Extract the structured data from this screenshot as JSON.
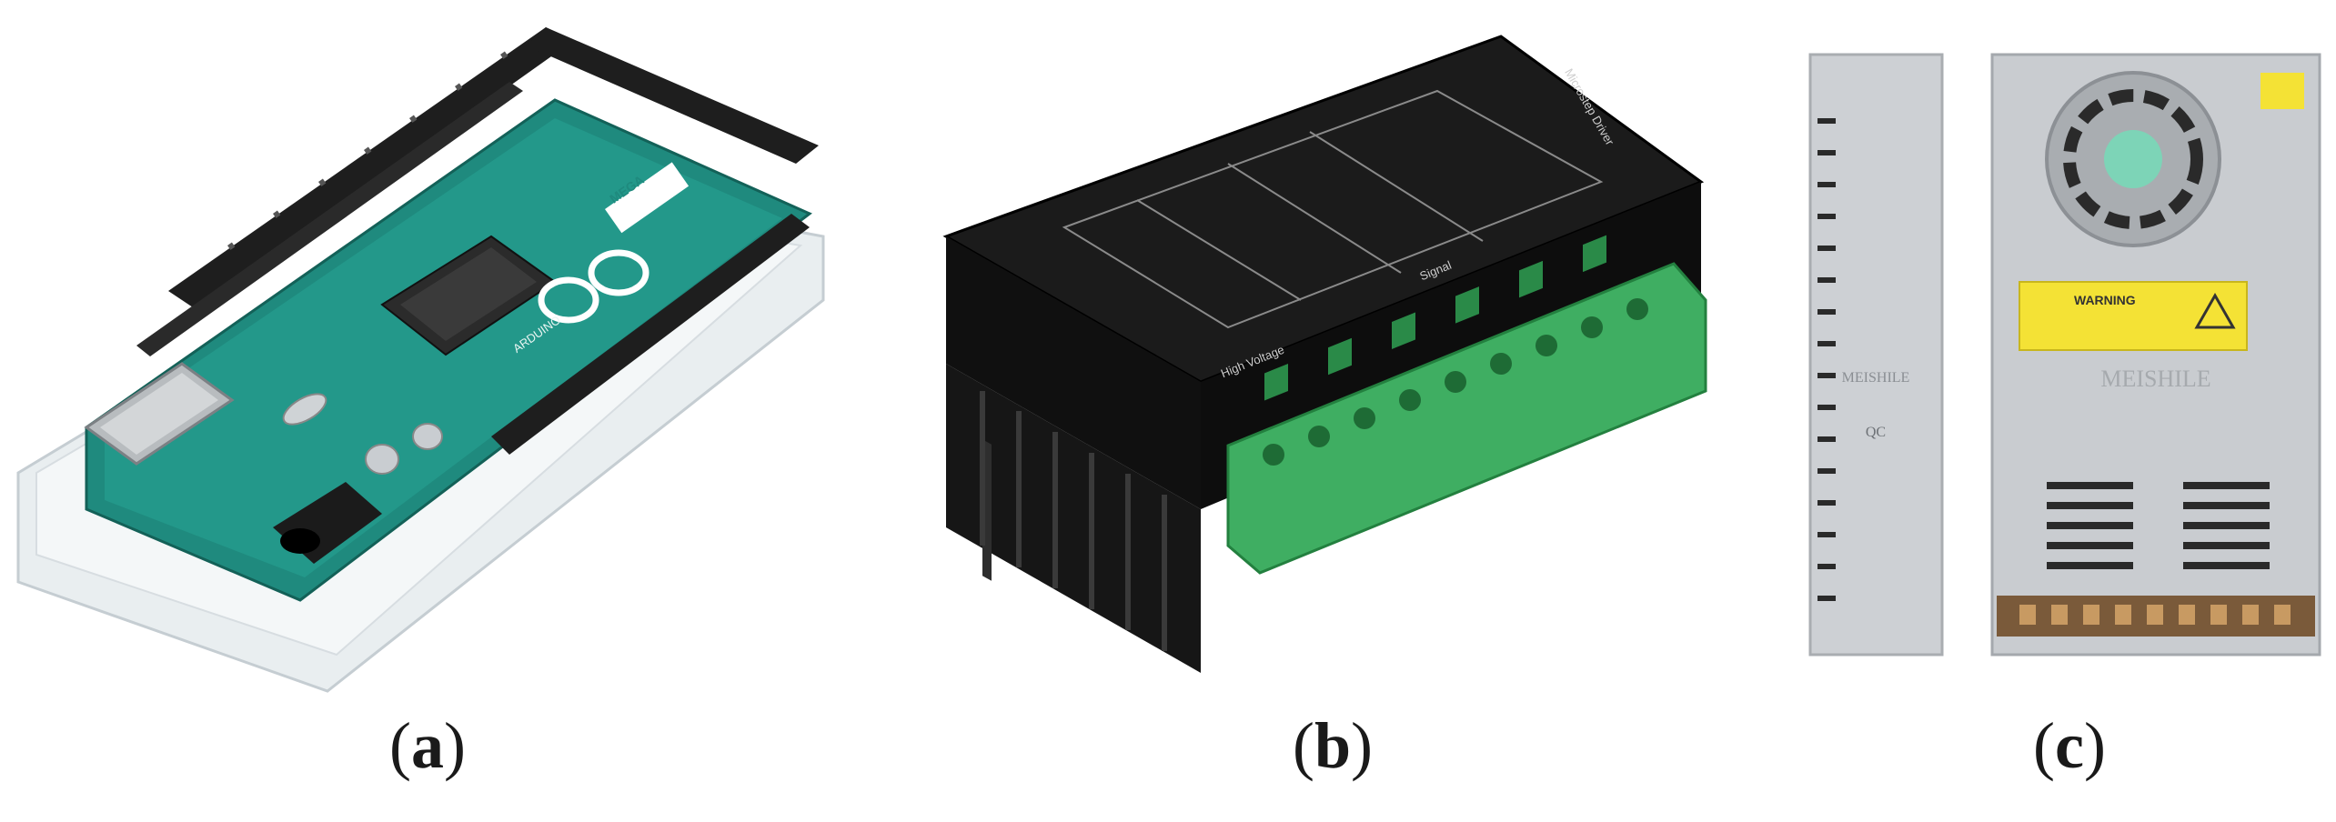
{
  "figure": {
    "panels": [
      {
        "id": "a",
        "label": "a",
        "subject": "arduino-mega-board",
        "markings": [
          "ARDUINO",
          "MEGA"
        ]
      },
      {
        "id": "b",
        "label": "b",
        "subject": "stepper-motor-driver",
        "markings": [
          "High Voltage",
          "Signal",
          "Microstep Driver"
        ]
      },
      {
        "id": "c",
        "label": "c",
        "subject": "switching-power-supply",
        "markings": [
          "MEISHILE",
          "QC",
          "WARNING",
          "MEISHILE"
        ]
      }
    ],
    "colors": {
      "pcb": "#1f8a7e",
      "header": "#1e1e1e",
      "driver_body": "#1b1b1b",
      "terminal": "#3fae62",
      "psu_metal": "#c9ccd0",
      "warning_label": "#f4e235"
    }
  }
}
